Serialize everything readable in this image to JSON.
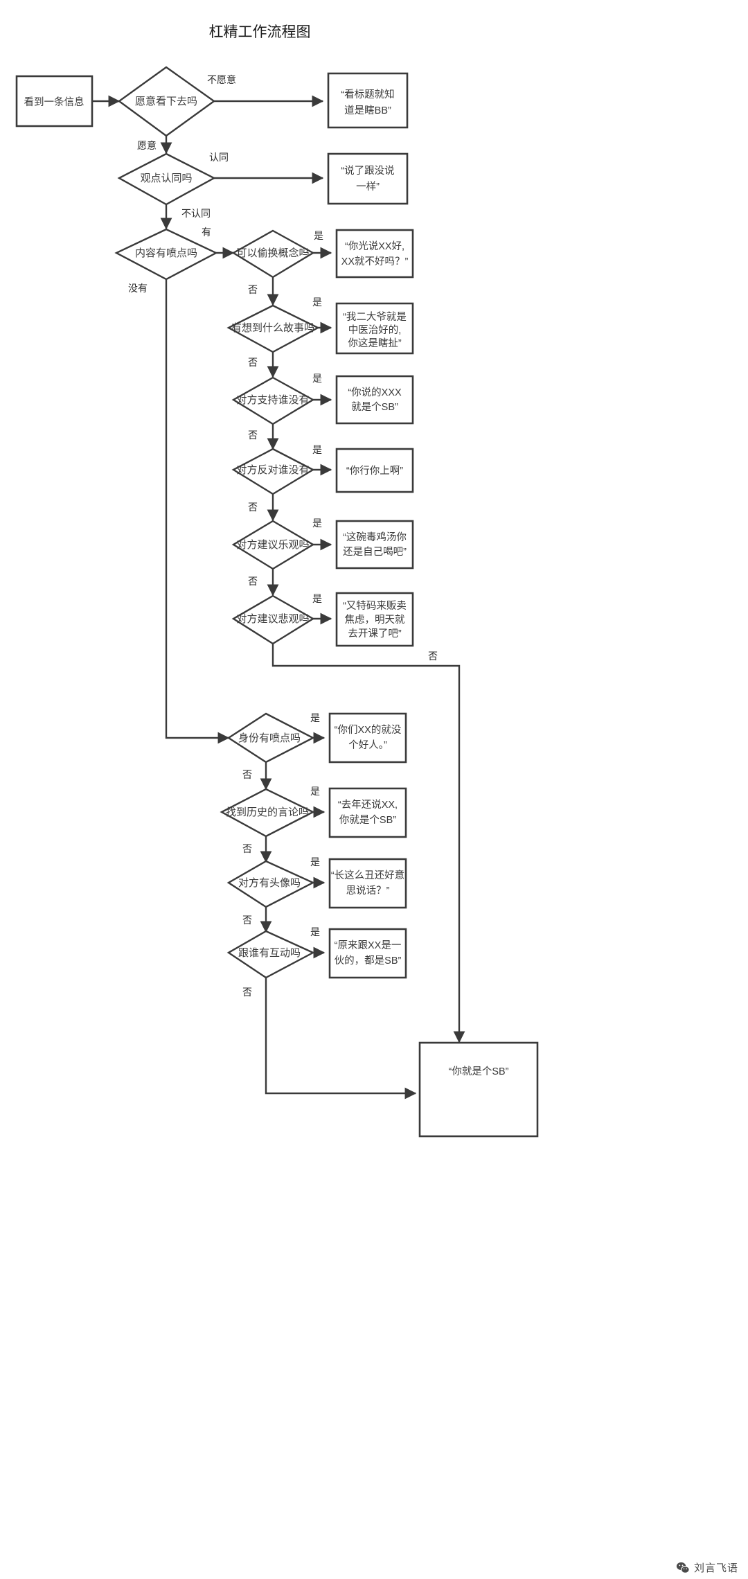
{
  "title": "杠精工作流程图",
  "footer": {
    "brand": "刘言飞语",
    "icon": "wechat-icon"
  },
  "colors": {
    "stroke": "#3a3a3a",
    "text": "#3a3a3a",
    "background": "#ffffff"
  },
  "nodes": {
    "start": "看到一条信息",
    "d1": "愿意看下去吗",
    "d2": "观点认同吗",
    "d3": "内容有喷点吗",
    "d4": "可以偷换概念吗",
    "d5": "有想到什么故事吗",
    "d6": "对方支持谁没有",
    "d7": "对方反对谁没有",
    "d8": "对方建议乐观吗",
    "d9": "对方建议悲观吗",
    "d10": "身份有喷点吗",
    "d11": "找到历史的言论吗",
    "d12": "对方有头像吗",
    "d13": "跟谁有互动吗"
  },
  "outcomes": {
    "o1": [
      "“看标题就知",
      "道是瞎BB”"
    ],
    "o2": [
      "“说了跟没说",
      "一样”"
    ],
    "o3": [
      "“你光说XX好,",
      "XX就不好吗？”"
    ],
    "o4": [
      "“我二大爷就是",
      "中医治好的,",
      "你这是瞎扯”"
    ],
    "o5": [
      "“你说的XXX",
      "就是个SB”"
    ],
    "o6": [
      "“你行你上啊”"
    ],
    "o7": [
      "“这碗毒鸡汤你",
      "还是自己喝吧”"
    ],
    "o8": [
      "“又特码来贩卖",
      "焦虑，明天就",
      "去开课了吧”"
    ],
    "o9": [
      "“你们XX的就没",
      "个好人。”"
    ],
    "o10": [
      "“去年还说XX,",
      "你就是个SB”"
    ],
    "o11": [
      "“长这么丑还好意",
      "思说话？”"
    ],
    "o12": [
      "“原来跟XX是一",
      "伙的，都是SB”"
    ],
    "final": [
      "“你就是个SB”"
    ]
  },
  "edge_labels": {
    "e_no_willing": "不愿意",
    "e_willing": "愿意",
    "e_agree": "认同",
    "e_disagree": "不认同",
    "e_has": "有",
    "e_none": "没有",
    "yes": "是",
    "no": "否"
  },
  "chart_data": {
    "type": "diagram-flowchart",
    "title": "杠精工作流程图",
    "edges": [
      {
        "from": "start",
        "to": "d1",
        "label": ""
      },
      {
        "from": "d1",
        "to": "o1",
        "label": "不愿意"
      },
      {
        "from": "d1",
        "to": "d2",
        "label": "愿意"
      },
      {
        "from": "d2",
        "to": "o2",
        "label": "认同"
      },
      {
        "from": "d2",
        "to": "d3",
        "label": "不认同"
      },
      {
        "from": "d3",
        "to": "d4",
        "label": "有"
      },
      {
        "from": "d3",
        "to": "d10",
        "label": "没有"
      },
      {
        "from": "d4",
        "to": "o3",
        "label": "是"
      },
      {
        "from": "d4",
        "to": "d5",
        "label": "否"
      },
      {
        "from": "d5",
        "to": "o4",
        "label": "是"
      },
      {
        "from": "d5",
        "to": "d6",
        "label": "否"
      },
      {
        "from": "d6",
        "to": "o5",
        "label": "是"
      },
      {
        "from": "d6",
        "to": "d7",
        "label": "否"
      },
      {
        "from": "d7",
        "to": "o6",
        "label": "是"
      },
      {
        "from": "d7",
        "to": "d8",
        "label": "否"
      },
      {
        "from": "d8",
        "to": "o7",
        "label": "是"
      },
      {
        "from": "d8",
        "to": "d9",
        "label": "否"
      },
      {
        "from": "d9",
        "to": "o8",
        "label": "是"
      },
      {
        "from": "d9",
        "to": "final",
        "label": "否"
      },
      {
        "from": "d10",
        "to": "o9",
        "label": "是"
      },
      {
        "from": "d10",
        "to": "d11",
        "label": "否"
      },
      {
        "from": "d11",
        "to": "o10",
        "label": "是"
      },
      {
        "from": "d11",
        "to": "d12",
        "label": "否"
      },
      {
        "from": "d12",
        "to": "o11",
        "label": "是"
      },
      {
        "from": "d12",
        "to": "d13",
        "label": "否"
      },
      {
        "from": "d13",
        "to": "o12",
        "label": "是"
      },
      {
        "from": "d13",
        "to": "final",
        "label": "否"
      }
    ]
  }
}
